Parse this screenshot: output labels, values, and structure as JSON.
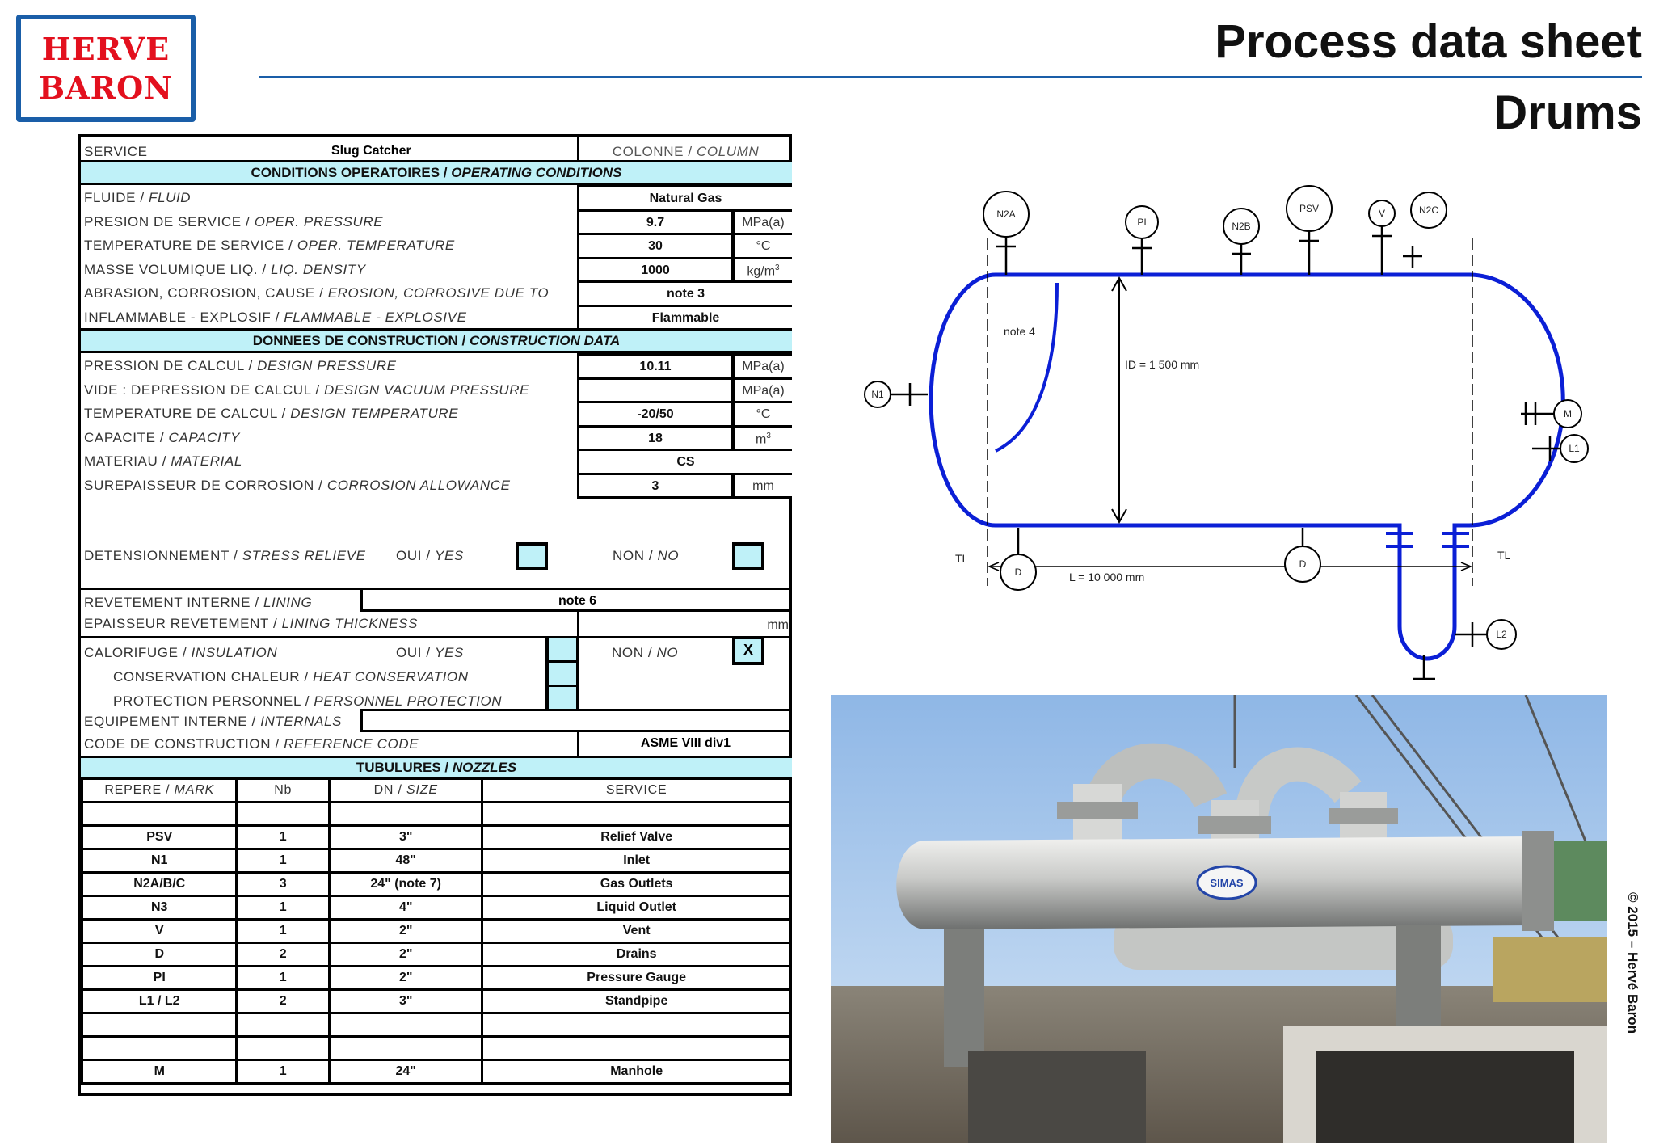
{
  "logo": {
    "line1": "HERVE",
    "line2": "BARON"
  },
  "title": {
    "line1": "Process data sheet",
    "line2": "Drums"
  },
  "sheet": {
    "service_label": "SERVICE",
    "service_value": "Slug Catcher",
    "column_label": "COLONNE / ",
    "column_label_en": "COLUMN",
    "op_band_fr": "CONDITIONS OPERATOIRES / ",
    "op_band_en": "OPERATING CONDITIONS",
    "op_rows": [
      {
        "fr": "FLUIDE / ",
        "en": "FLUID",
        "value": "Natural Gas",
        "unit": ""
      },
      {
        "fr": "PRESION DE SERVICE / ",
        "en": "OPER. PRESSURE",
        "value": "9.7",
        "unit": "MPa(a)"
      },
      {
        "fr": "TEMPERATURE DE SERVICE / ",
        "en": "OPER. TEMPERATURE",
        "value": "30",
        "unit": "°C"
      },
      {
        "fr": "MASSE VOLUMIQUE LIQ. / ",
        "en": "LIQ. DENSITY",
        "value": "1000",
        "unit": "kg/m",
        "sup": "3"
      },
      {
        "fr": "ABRASION, CORROSION, CAUSE / ",
        "en": "EROSION, CORROSIVE DUE TO",
        "value": "note 3",
        "unit": ""
      },
      {
        "fr": "INFLAMMABLE - EXPLOSIF / ",
        "en": "FLAMMABLE - EXPLOSIVE",
        "value": "Flammable",
        "unit": ""
      }
    ],
    "con_band_fr": "DONNEES DE CONSTRUCTION / ",
    "con_band_en": "CONSTRUCTION DATA",
    "con_rows": [
      {
        "fr": "PRESSION DE CALCUL / ",
        "en": "DESIGN PRESSURE",
        "value": "10.11",
        "unit": "MPa(a)"
      },
      {
        "fr": "VIDE : DEPRESSION DE CALCUL / ",
        "en": "DESIGN VACUUM PRESSURE",
        "value": "",
        "unit": "MPa(a)"
      },
      {
        "fr": "TEMPERATURE DE CALCUL / ",
        "en": "DESIGN TEMPERATURE",
        "value": "-20/50",
        "unit": "°C"
      },
      {
        "fr": "CAPACITE / ",
        "en": "CAPACITY",
        "value": "18",
        "unit": "m",
        "sup": "3"
      },
      {
        "fr": "MATERIAU / ",
        "en": "MATERIAL",
        "value": "CS",
        "unit": ""
      },
      {
        "fr": "SUREPAISSEUR DE CORROSION / ",
        "en": "CORROSION ALLOWANCE",
        "value": "3",
        "unit": "mm"
      }
    ],
    "stress_fr": "DETENSIONNEMENT / ",
    "stress_en": "STRESS RELIEVE",
    "oui_fr": "OUI / ",
    "oui_en": "YES",
    "non_fr": "NON / ",
    "non_en": "NO",
    "lining_fr": "REVETEMENT INTERNE / ",
    "lining_en": "LINING",
    "lining_value": "note 6",
    "thick_fr": "EPAISSEUR REVETEMENT / ",
    "thick_en": "LINING THICKNESS",
    "thick_unit": "mm",
    "insul_fr": "CALORIFUGE / ",
    "insul_en": "INSULATION",
    "insul_no_mark": "X",
    "heat_fr": "CONSERVATION CHALEUR / ",
    "heat_en": "HEAT CONSERVATION",
    "pers_fr": "PROTECTION PERSONNEL / ",
    "pers_en": "PERSONNEL PROTECTION",
    "internals_fr": "EQUIPEMENT INTERNE / ",
    "internals_en": "INTERNALS",
    "code_fr": "CODE DE CONSTRUCTION / ",
    "code_en": "REFERENCE CODE",
    "code_value": "ASME VIII div1",
    "noz_band_fr": "TUBULURES / ",
    "noz_band_en": "NOZZLES",
    "noz_headers": {
      "mark_fr": "REPERE / ",
      "mark_en": "MARK",
      "nb": "Nb",
      "size_fr": "DN / ",
      "size_en": "SIZE",
      "service": "SERVICE"
    },
    "nozzles": [
      {
        "mark": "",
        "nb": "",
        "size": "",
        "service": ""
      },
      {
        "mark": "PSV",
        "nb": "1",
        "size": "3\"",
        "service": "Relief Valve"
      },
      {
        "mark": "N1",
        "nb": "1",
        "size": "48\"",
        "service": "Inlet"
      },
      {
        "mark": "N2A/B/C",
        "nb": "3",
        "size": "24\" (note 7)",
        "service": "Gas Outlets"
      },
      {
        "mark": "N3",
        "nb": "1",
        "size": "4\"",
        "service": "Liquid Outlet"
      },
      {
        "mark": "V",
        "nb": "1",
        "size": "2\"",
        "service": "Vent"
      },
      {
        "mark": "D",
        "nb": "2",
        "size": "2\"",
        "service": "Drains"
      },
      {
        "mark": "PI",
        "nb": "1",
        "size": "2\"",
        "service": "Pressure Gauge"
      },
      {
        "mark": "L1 / L2",
        "nb": "2",
        "size": "3\"",
        "service": "Standpipe"
      },
      {
        "mark": "",
        "nb": "",
        "size": "",
        "service": ""
      },
      {
        "mark": "",
        "nb": "",
        "size": "",
        "service": ""
      },
      {
        "mark": "M",
        "nb": "1",
        "size": "24\"",
        "service": "Manhole"
      }
    ]
  },
  "drawing": {
    "nozzles_top": [
      "N2A",
      "PI",
      "N2B",
      "PSV",
      "V",
      "N2C"
    ],
    "left_nozzle": "N1",
    "right_nozzles": [
      "M",
      "L1",
      "L2"
    ],
    "drains": [
      "D",
      "D"
    ],
    "note": "note 4",
    "id_label": "ID =  1 500 mm",
    "length_label": "L =  10 000 mm",
    "tl_left": "TL",
    "tl_right": "TL",
    "color_vessel": "#0b1fd6"
  },
  "photo": {
    "badge": "SIMAS"
  },
  "copyright": "© 2015 – Hervé Baron"
}
